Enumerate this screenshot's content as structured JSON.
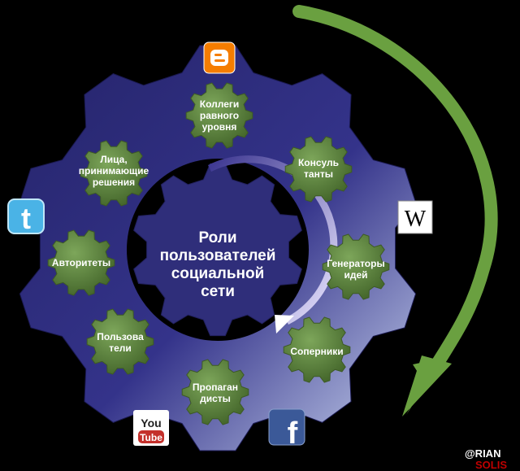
{
  "center": {
    "lines": [
      "Роли",
      "пользователей",
      "социальной",
      "сети"
    ]
  },
  "roles": [
    {
      "id": "peers",
      "lines": [
        "Коллеги",
        "равного",
        "уровня"
      ]
    },
    {
      "id": "consultants",
      "lines": [
        "Консуль",
        "танты"
      ]
    },
    {
      "id": "idea-generators",
      "lines": [
        "Генераторы",
        "идей"
      ]
    },
    {
      "id": "rivals",
      "lines": [
        "Соперники"
      ]
    },
    {
      "id": "propagandists",
      "lines": [
        "Пропаган",
        "дисты"
      ]
    },
    {
      "id": "users",
      "lines": [
        "Пользова",
        "тели"
      ]
    },
    {
      "id": "authorities",
      "lines": [
        "Авторитеты"
      ]
    },
    {
      "id": "decision-makers",
      "lines": [
        "Лица,",
        "принимающие",
        "решения"
      ]
    }
  ],
  "icons": [
    {
      "name": "blogger-icon",
      "label": "",
      "color": "#f57d00"
    },
    {
      "name": "twitter-icon",
      "label": "",
      "color": "#4ab3e6"
    },
    {
      "name": "wikipedia-icon",
      "label": "W",
      "color": "#ffffff"
    },
    {
      "name": "youtube-icon",
      "label": "You",
      "label2": "Tube",
      "color": "#c4302b"
    },
    {
      "name": "facebook-icon",
      "label": "f",
      "color": "#3b5998"
    }
  ],
  "brand": {
    "top": "@RIAN",
    "bottom": "SOLIS"
  },
  "colors": {
    "background": "#000000",
    "outer_gear": "#2b2a72",
    "inner_gear": "#2f2e7a",
    "small_gear": "#5a7d3a",
    "big_arrow": "#6aa040",
    "cycle_arrow": "#b9b4ef"
  }
}
